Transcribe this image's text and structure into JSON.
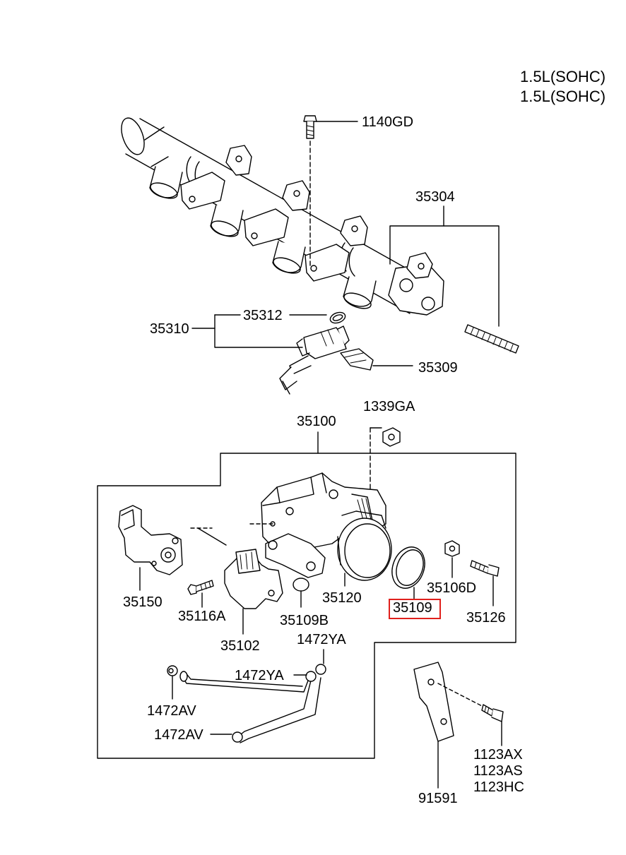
{
  "header": {
    "engine_line_1": "1.5L(SOHC)",
    "engine_line_2": "1.5L(SOHC)"
  },
  "parts": {
    "p1140GD": "1140GD",
    "p35304": "35304",
    "p35312": "35312",
    "p35310": "35310",
    "p35309": "35309",
    "p1339GA": "1339GA",
    "p35100": "35100",
    "p35150": "35150",
    "p35116A": "35116A",
    "p35102": "35102",
    "p35109B": "35109B",
    "p35120": "35120",
    "p35109": "35109",
    "p35106D": "35106D",
    "p35126": "35126",
    "p1472YA_top": "1472YA",
    "p1472YA_mid": "1472YA",
    "p1472AV_upper": "1472AV",
    "p1472AV_lower": "1472AV",
    "p91591": "91591",
    "p1123AX": "1123AX",
    "p1123AS": "1123AS",
    "p1123HC": "1123HC"
  },
  "highlight": {
    "part": "35109",
    "color": "#e0201c"
  }
}
